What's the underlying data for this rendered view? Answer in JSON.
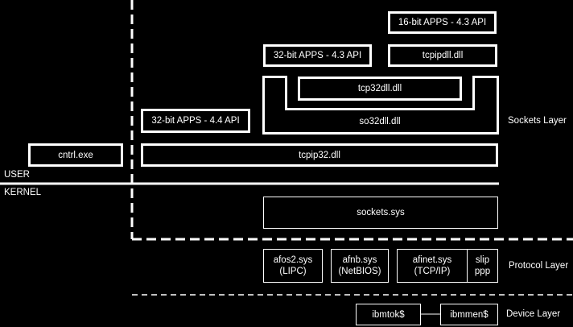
{
  "labels": {
    "user": "USER",
    "kernel": "KERNEL",
    "sockets_layer": "Sockets Layer",
    "protocol_layer": "Protocol Layer",
    "device_layer": "Device Layer"
  },
  "boxes": {
    "app16_43": "16-bit APPS - 4.3 API",
    "app32_43": "32-bit APPS - 4.3 API",
    "tcpipdll": "tcpipdll.dll",
    "tcp32dll": "tcp32dll.dll",
    "so32dll": "so32dll.dll",
    "app32_44": "32-bit APPS - 4.4 API",
    "cntrl": "cntrl.exe",
    "tcpip32": "tcpip32.dll",
    "sockets_sys": "sockets.sys",
    "afos2_line1": "afos2.sys",
    "afos2_line2": "(LIPC)",
    "afnb_line1": "afnb.sys",
    "afnb_line2": "(NetBIOS)",
    "afinet_line1": "afinet.sys",
    "afinet_line2": "(TCP/IP)",
    "slip": "slip",
    "ppp": "ppp",
    "ibmtok": "ibmtok$",
    "ibmmen": "ibmmen$"
  },
  "colors": {
    "background": "#000000",
    "foreground": "#ffffff"
  }
}
